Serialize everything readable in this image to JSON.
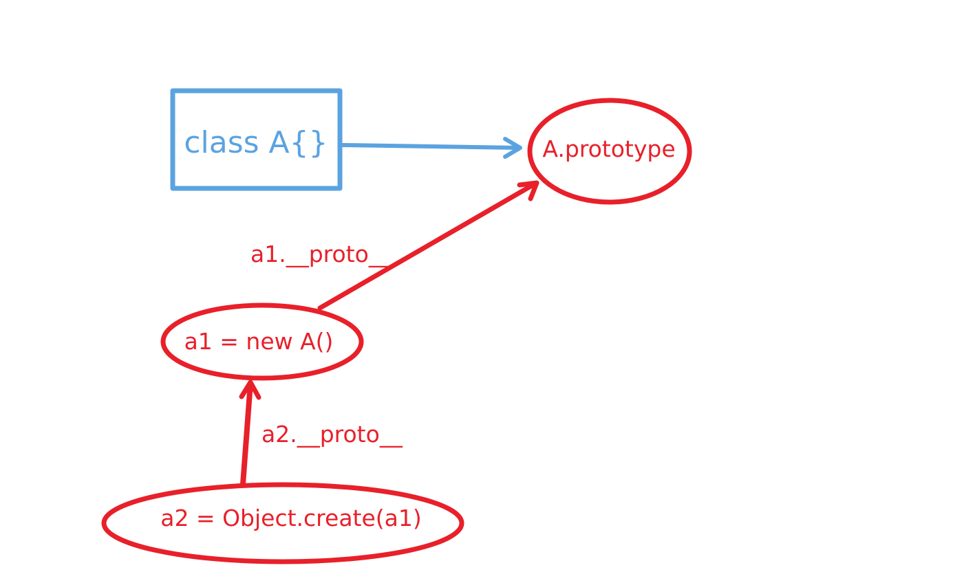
{
  "colors": {
    "background": "#ffffff",
    "class_blue": "#5ba3e0",
    "object_red": "#e8202a"
  },
  "nodes": {
    "class_a": {
      "label": "class A{}",
      "shape": "rectangle",
      "color": "blue"
    },
    "a_prototype": {
      "label": "A.prototype",
      "shape": "ellipse",
      "color": "red"
    },
    "a1": {
      "label": "a1 = new A()",
      "shape": "ellipse",
      "color": "red"
    },
    "a2": {
      "label": "a2 = Object.create(a1)",
      "shape": "ellipse",
      "color": "red"
    }
  },
  "edges": {
    "class_to_prototype": {
      "from": "class_a",
      "to": "a_prototype",
      "label": ""
    },
    "a1_to_prototype": {
      "from": "a1",
      "to": "a_prototype",
      "label": "a1.__proto__"
    },
    "a2_to_a1": {
      "from": "a2",
      "to": "a1",
      "label": "a2.__proto__"
    }
  }
}
